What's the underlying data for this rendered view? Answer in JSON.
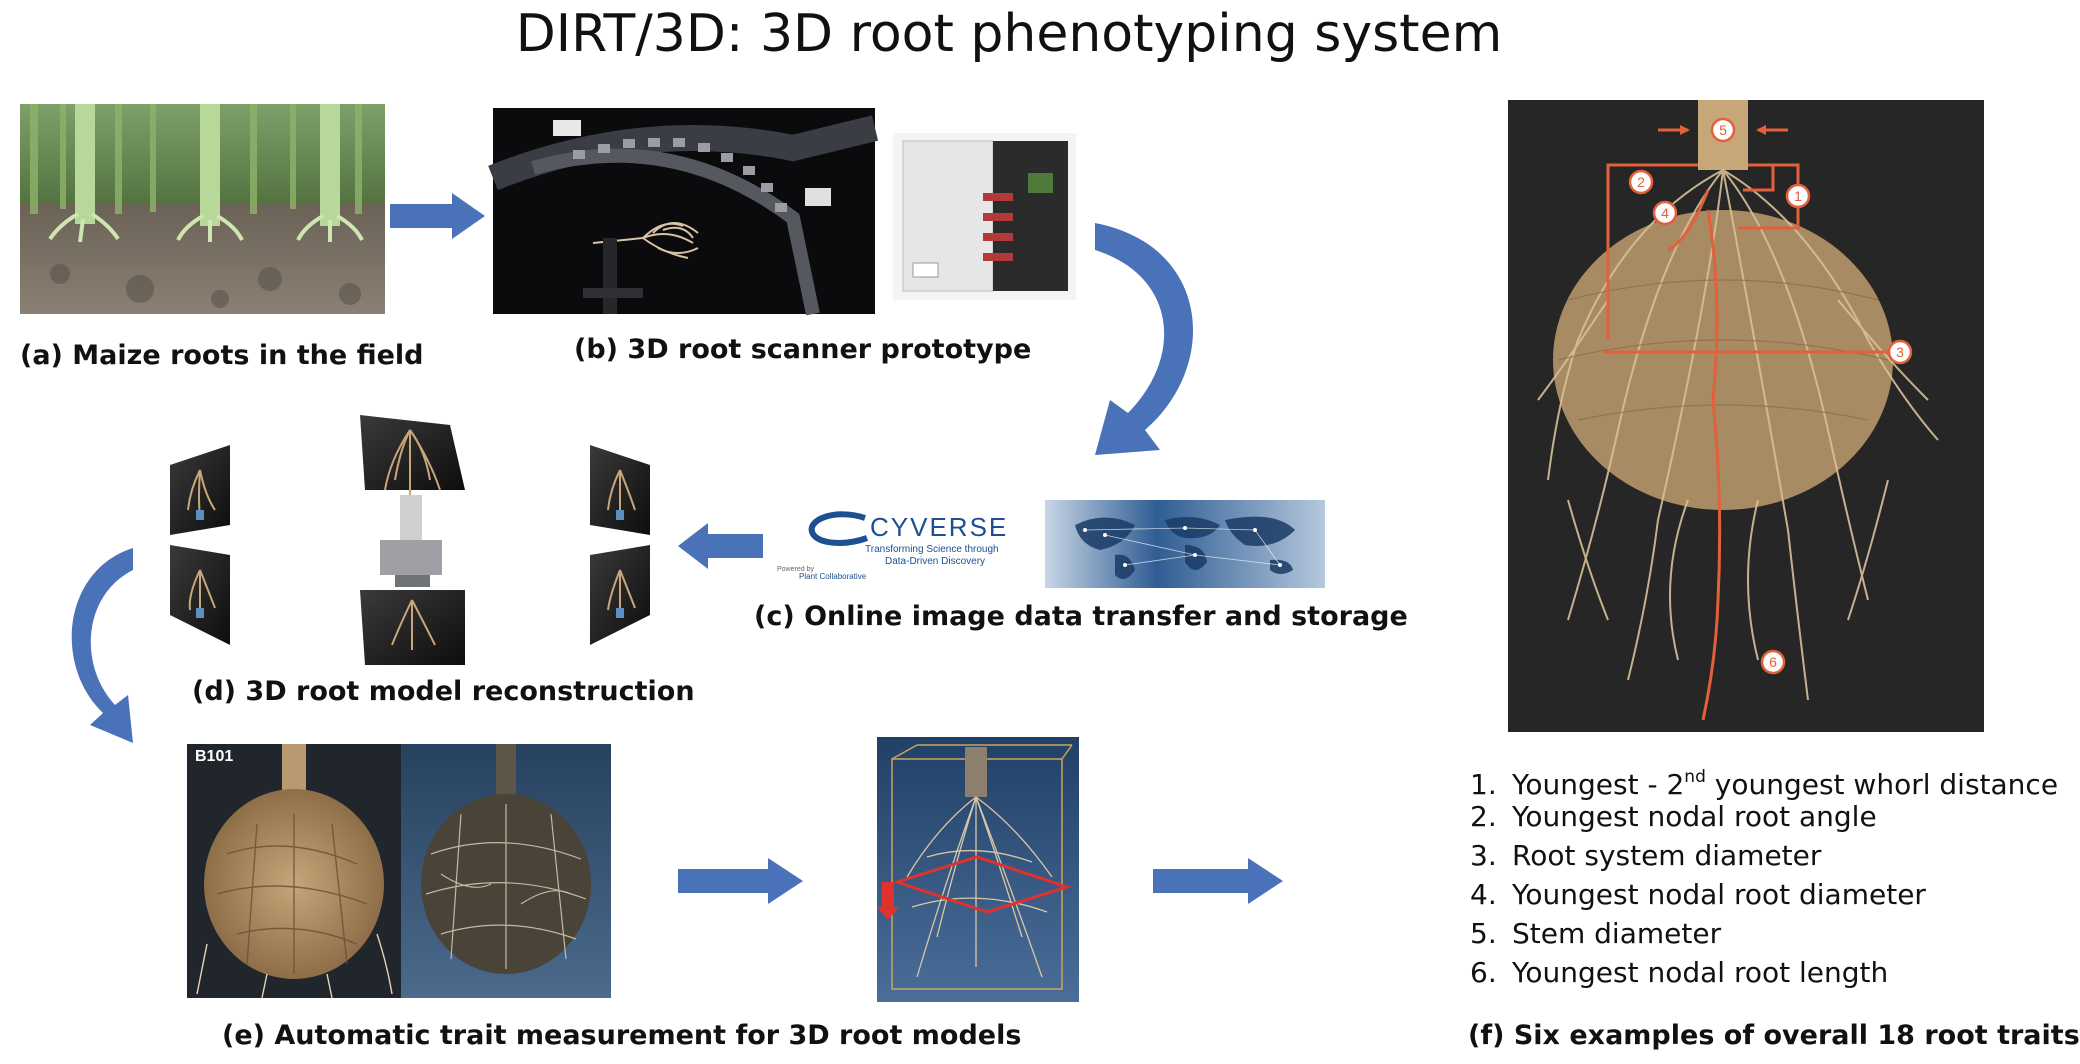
{
  "title": "DIRT/3D: 3D root phenotyping system",
  "panels": {
    "a": {
      "caption": "(a) Maize roots in the field"
    },
    "b": {
      "caption": "(b) 3D root scanner prototype"
    },
    "c": {
      "caption": "(c) Online image data transfer and storage",
      "logo": {
        "name": "CYVERSE",
        "tagline1": "Transforming Science through",
        "tagline2": "Data-Driven Discovery",
        "powered": "Powered by",
        "collab": "Plant Collaborative"
      }
    },
    "d": {
      "caption": "(d) 3D root model reconstruction"
    },
    "e": {
      "caption": "(e) Automatic trait measurement for 3D root models",
      "photo_label": "B101"
    },
    "f": {
      "caption": "(f) Six examples of overall 18 root traits",
      "markers": [
        "1",
        "2",
        "3",
        "4",
        "5",
        "6"
      ]
    }
  },
  "traits": [
    {
      "num": "1.",
      "pre": "Youngest - 2",
      "sup": "nd",
      "post": " youngest whorl distance"
    },
    {
      "num": "2.",
      "pre": "Youngest nodal root angle",
      "sup": "",
      "post": ""
    },
    {
      "num": "3.",
      "pre": "Root system diameter",
      "sup": "",
      "post": ""
    },
    {
      "num": "4.",
      "pre": "Youngest nodal root diameter",
      "sup": "",
      "post": ""
    },
    {
      "num": "5.",
      "pre": "Stem diameter",
      "sup": "",
      "post": ""
    },
    {
      "num": "6.",
      "pre": "Youngest nodal root length",
      "sup": "",
      "post": ""
    }
  ],
  "colors": {
    "arrow": "#4a72b8",
    "trace": "#e2603a",
    "cyverse_blue": "#1d4f91"
  }
}
